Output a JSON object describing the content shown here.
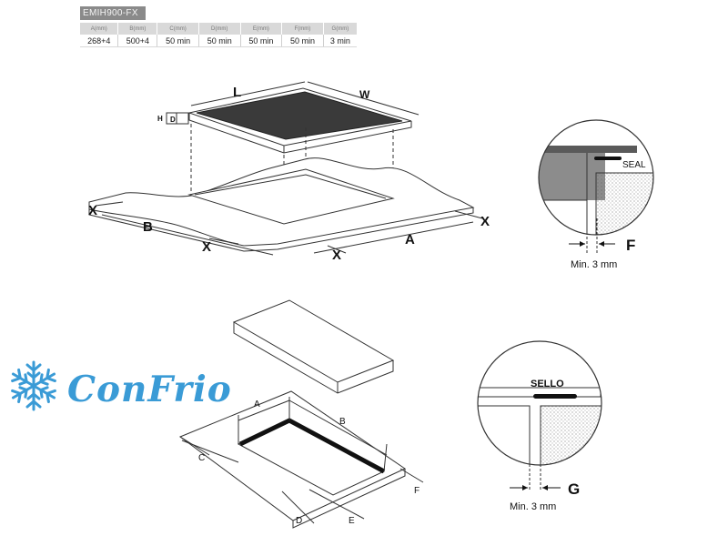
{
  "model": "EMIH900-FX",
  "table": {
    "headers": [
      "A(mm)",
      "B(mm)",
      "C(mm)",
      "D(mm)",
      "E(mm)",
      "F(mm)",
      "G(mm)"
    ],
    "values": [
      "268+4",
      "500+4",
      "50 min",
      "50 min",
      "50 min",
      "50 min",
      "3 min"
    ]
  },
  "top_diagram": {
    "label_l": "L",
    "label_w": "W",
    "label_h": "H",
    "label_d": "D",
    "label_a": "A",
    "label_b": "B",
    "label_x": "X"
  },
  "detail_top": {
    "seal": "SEAL",
    "letter": "F",
    "note": "Min. 3 mm"
  },
  "bottom_diagram": {
    "label_a": "A",
    "label_b": "B",
    "label_c": "C",
    "label_d": "D",
    "label_e": "E",
    "label_f": "F"
  },
  "detail_bottom": {
    "seal": "SELLO",
    "letter": "G",
    "note": "Min. 3 mm"
  },
  "brand": {
    "name": "ConFrio",
    "color": "#3a9bd6",
    "icon": "snowflake-icon"
  }
}
